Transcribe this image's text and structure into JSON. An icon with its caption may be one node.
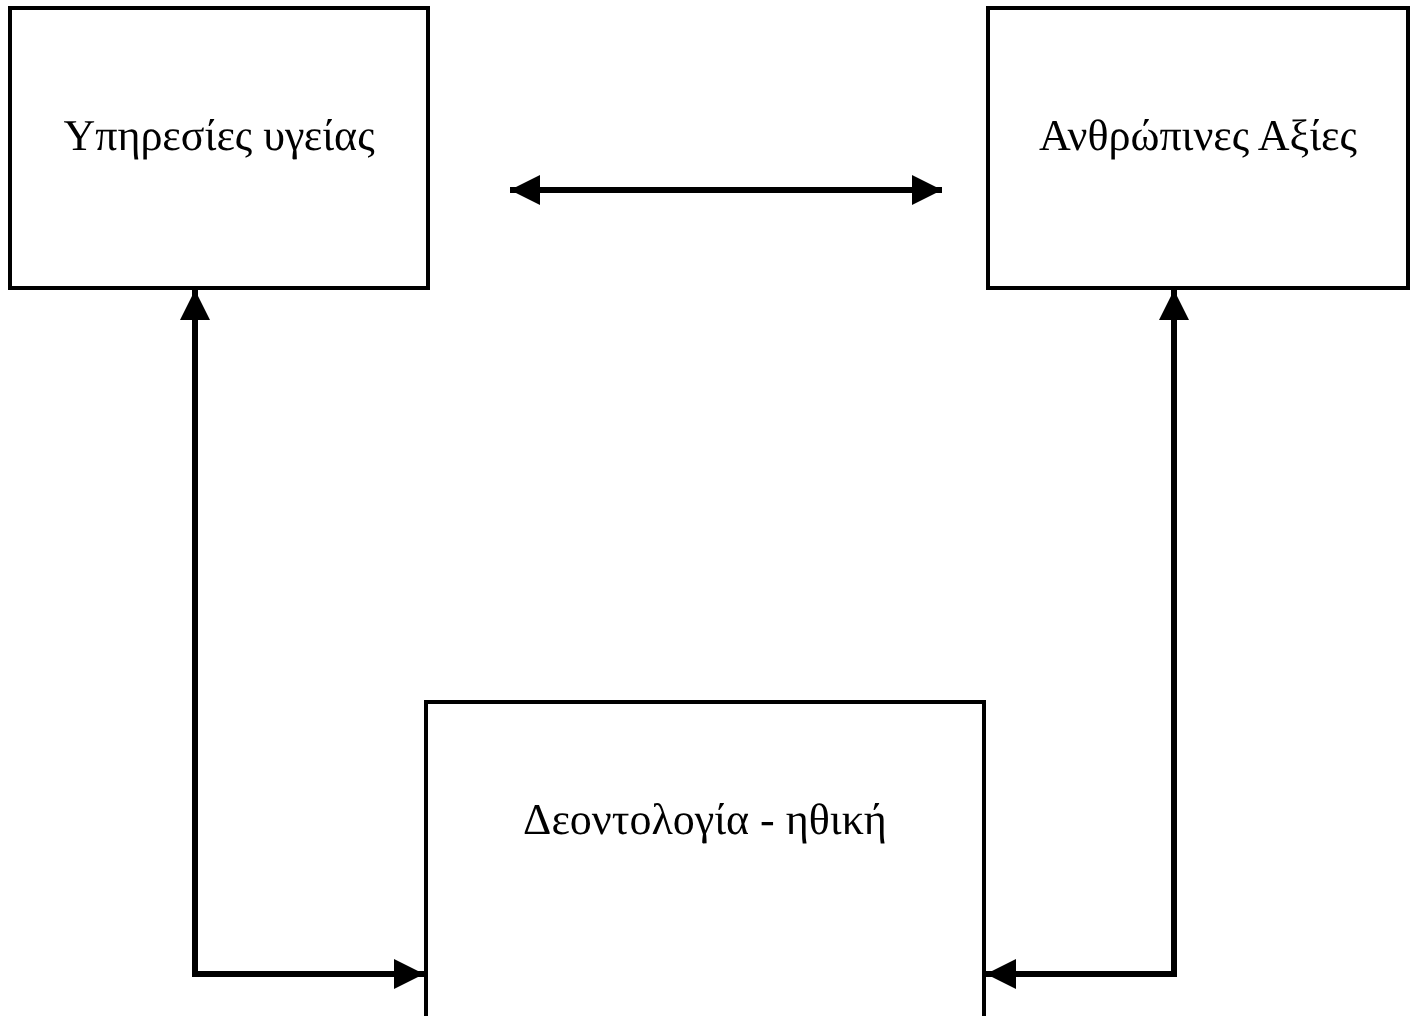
{
  "diagram": {
    "nodes": [
      {
        "text": [
          "Υπηρεσίες υγείας"
        ]
      },
      {
        "text": [
          "Ανθρώπινες Αξίες"
        ]
      },
      {
        "text": [
          "Δεοντολογία - ηθική"
        ]
      }
    ],
    "edges": [
      {
        "from": 0,
        "to": 1,
        "arrow": "both"
      },
      {
        "from": 0,
        "to": 2,
        "arrow": "both"
      },
      {
        "from": 1,
        "to": 2,
        "arrow": "both"
      }
    ]
  }
}
